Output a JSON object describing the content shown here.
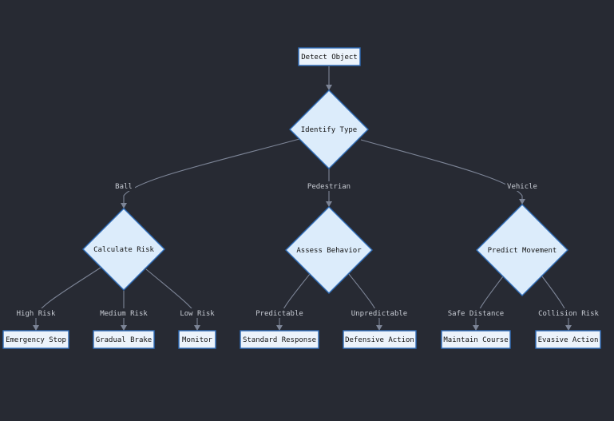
{
  "colors": {
    "background": "#272a33",
    "node_fill": "#ecf3fb",
    "decision_fill": "#dcecfb",
    "node_border": "#2f6cb8",
    "edge": "#7d8597",
    "edge_label": "#c7cbd3",
    "node_text": "#111111"
  },
  "nodes": {
    "detect_object": "Detect Object",
    "identify_type": "Identify Type",
    "calculate_risk": "Calculate Risk",
    "assess_behavior": "Assess Behavior",
    "predict_movement": "Predict Movement",
    "emergency_stop": "Emergency Stop",
    "gradual_brake": "Gradual Brake",
    "monitor": "Monitor",
    "standard_response": "Standard Response",
    "defensive_action": "Defensive Action",
    "maintain_course": "Maintain Course",
    "evasive_action": "Evasive Action"
  },
  "edges": {
    "ball": "Ball",
    "pedestrian": "Pedestrian",
    "vehicle": "Vehicle",
    "high_risk": "High Risk",
    "medium_risk": "Medium Risk",
    "low_risk": "Low Risk",
    "predictable": "Predictable",
    "unpredictable": "Unpredictable",
    "safe_distance": "Safe Distance",
    "collision_risk": "Collision Risk"
  }
}
